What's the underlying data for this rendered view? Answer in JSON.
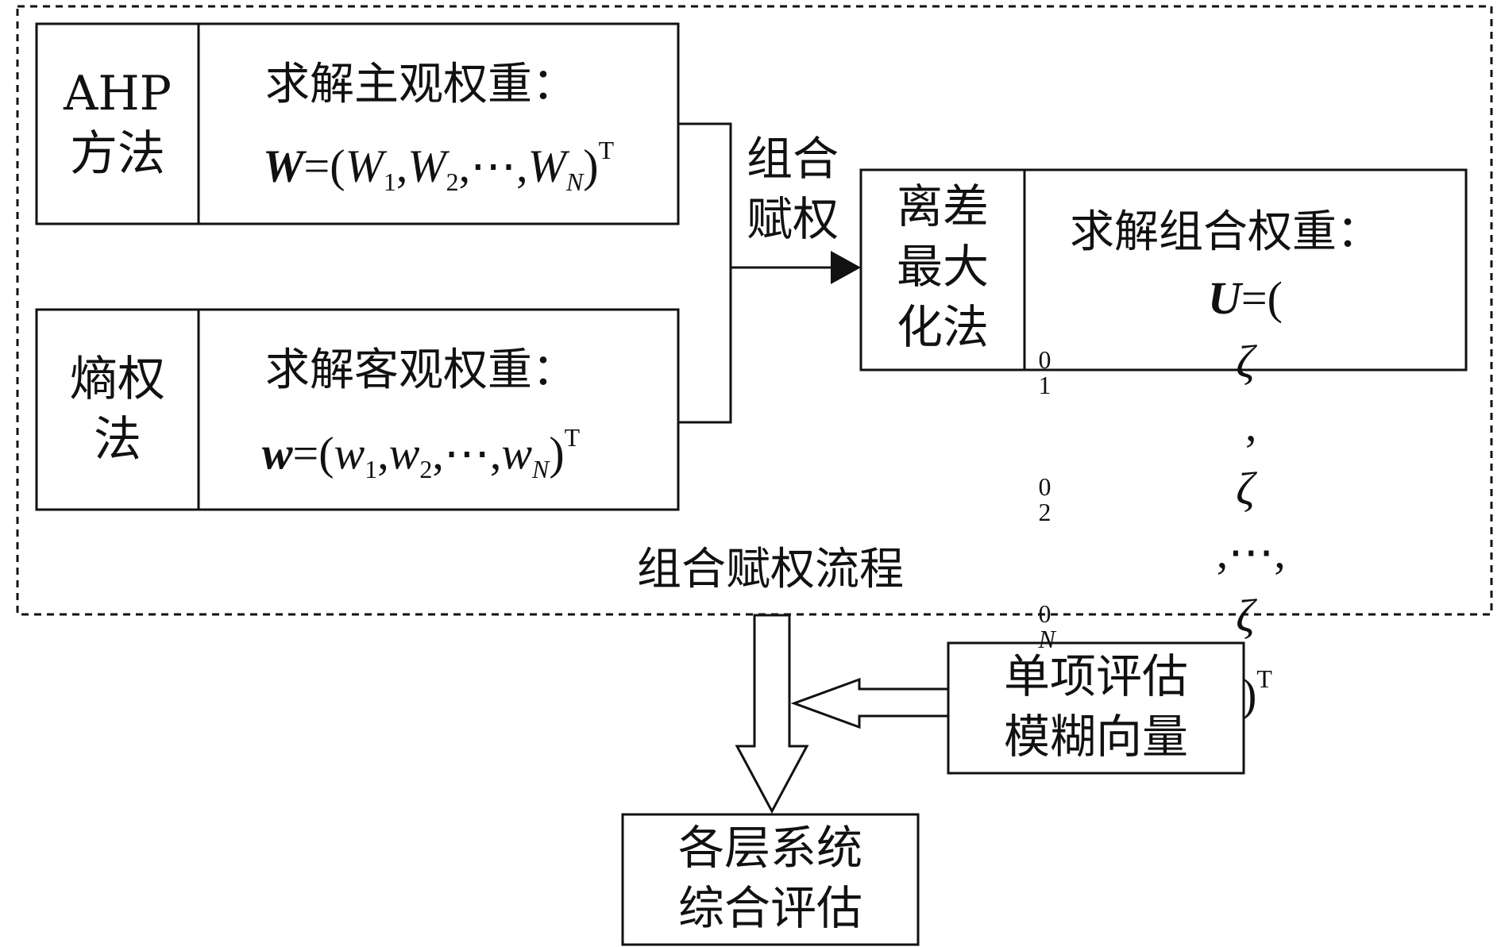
{
  "outer_frame": {
    "caption": "组合赋权流程"
  },
  "ahp": {
    "method_lines": [
      "AHP",
      "方法"
    ],
    "title": "求解主观权重：",
    "formula": {
      "vector": "W",
      "eq": "=(",
      "e1": "W",
      "s1": "1",
      "e2": "W",
      "s2": "2",
      "dots": "⋯",
      "en": "W",
      "sn": "N",
      "close": ")",
      "transpose": "T"
    }
  },
  "entropy": {
    "method_lines": [
      "熵权",
      "法"
    ],
    "title": "求解客观权重：",
    "formula": {
      "vector": "w",
      "eq": "=(",
      "e1": "w",
      "s1": "1",
      "e2": "w",
      "s2": "2",
      "dots": "⋯",
      "en": "w",
      "sn": "N",
      "close": ")",
      "transpose": "T"
    }
  },
  "combine_label_lines": [
    "组合",
    "赋权"
  ],
  "deviation": {
    "method_lines": [
      "离差",
      "最大",
      "化法"
    ],
    "title": "求解组合权重：",
    "formula": {
      "vector": "U",
      "eq": "=(",
      "z": "ζ",
      "sup": "0",
      "s1": "1",
      "s2": "2",
      "sn": "N",
      "dots": "⋯",
      "close": ")",
      "transpose": "T"
    }
  },
  "fuzzy_vector_lines": [
    "单项评估",
    "模糊向量"
  ],
  "comprehensive_lines": [
    "各层系统",
    "综合评估"
  ]
}
